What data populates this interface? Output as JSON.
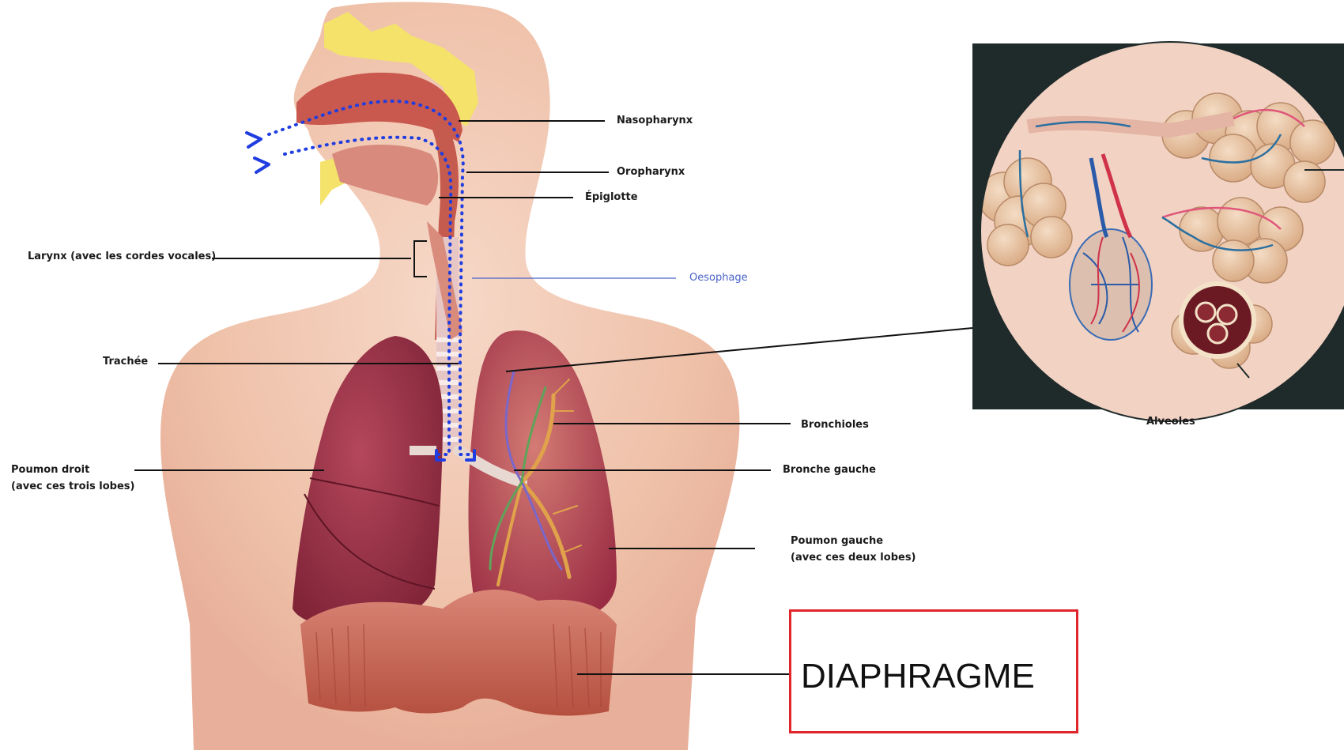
{
  "labels": {
    "nasopharynx": "Nasopharynx",
    "oropharynx": "Oropharynx",
    "epiglotte": "Épiglotte",
    "larynx": "Larynx (avec les cordes vocales)",
    "oesophage": "Oesophage",
    "trachee": "Trachée",
    "bronchioles": "Bronchioles",
    "bronche_gauche": "Bronche gauche",
    "poumon_droit_1": "Poumon droit",
    "poumon_droit_2": "(avec ces trois lobes)",
    "poumon_gauche_1": "Poumon gauche",
    "poumon_gauche_2": "(avec ces deux lobes)"
  },
  "inset": {
    "caption": "Alveoles"
  },
  "highlight": {
    "text": "DIAPHRAGME",
    "border_color": "#e0262b"
  },
  "colors": {
    "skin": "#f2c9b4",
    "lung_right": "#9b2f45",
    "lung_left": "#b23a4c",
    "diaphragm": "#c96a5c",
    "airflow": "#1f3de0",
    "inset_bg": "#1f2a2a",
    "alveoli": "#e8c5a4"
  },
  "icons": [
    "airflow-arrow-icon"
  ]
}
